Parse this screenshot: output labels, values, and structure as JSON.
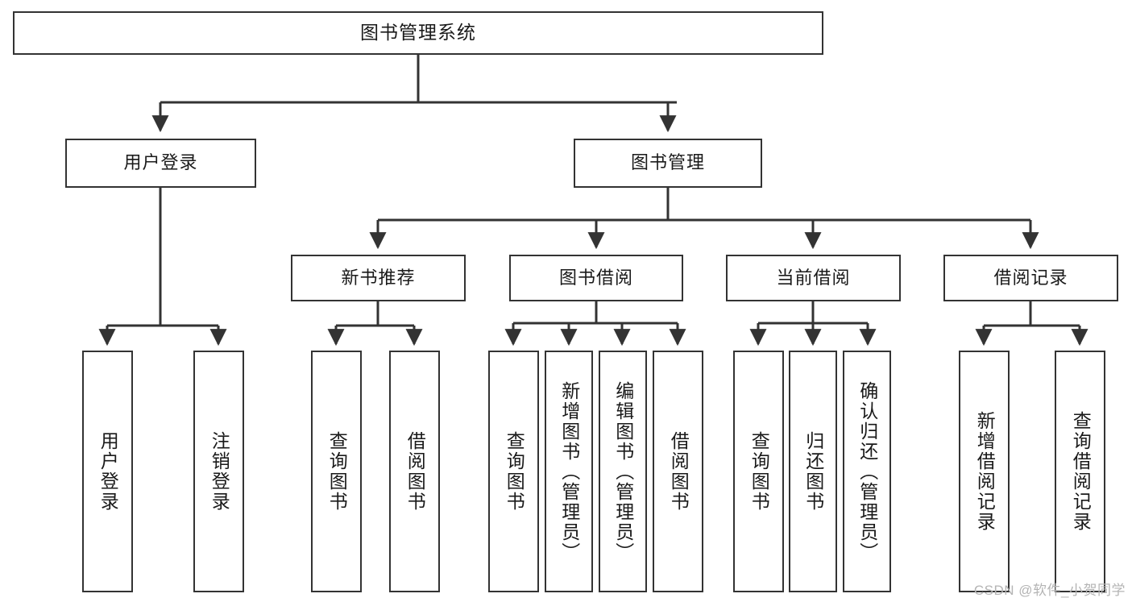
{
  "diagram": {
    "title": "图书管理系统",
    "type": "tree-hierarchy",
    "watermark": "CSDN @软件_小贺同学",
    "colors": {
      "stroke": "#333333",
      "box_fill": "#ffffff",
      "text": "#1a1a1a",
      "watermark": "#b4b4b4",
      "background": "#ffffff"
    },
    "root": {
      "label": "图书管理系统"
    },
    "level2": [
      {
        "id": "user-login",
        "label": "用户登录"
      },
      {
        "id": "book-management",
        "label": "图书管理"
      }
    ],
    "level3": [
      {
        "id": "new-book-recommend",
        "label": "新书推荐",
        "parent": "book-management"
      },
      {
        "id": "book-borrow",
        "label": "图书借阅",
        "parent": "book-management"
      },
      {
        "id": "current-borrow",
        "label": "当前借阅",
        "parent": "book-management"
      },
      {
        "id": "borrow-record",
        "label": "借阅记录",
        "parent": "book-management"
      }
    ],
    "leaves": [
      {
        "id": "leaf-user-login",
        "label": "用户登录",
        "parent": "user-login"
      },
      {
        "id": "leaf-logout-login",
        "label": "注销登录",
        "parent": "user-login"
      },
      {
        "id": "leaf-query-book-1",
        "label": "查询图书",
        "parent": "new-book-recommend"
      },
      {
        "id": "leaf-borrow-book-1",
        "label": "借阅图书",
        "parent": "new-book-recommend"
      },
      {
        "id": "leaf-query-book-2",
        "label": "查询图书",
        "parent": "book-borrow"
      },
      {
        "id": "leaf-add-book",
        "label": "新增图书（管理员）",
        "parent": "book-borrow"
      },
      {
        "id": "leaf-edit-book",
        "label": "编辑图书（管理员）",
        "parent": "book-borrow"
      },
      {
        "id": "leaf-borrow-book-2",
        "label": "借阅图书",
        "parent": "book-borrow"
      },
      {
        "id": "leaf-query-book-3",
        "label": "查询图书",
        "parent": "current-borrow"
      },
      {
        "id": "leaf-return-book",
        "label": "归还图书",
        "parent": "current-borrow"
      },
      {
        "id": "leaf-confirm-return",
        "label": "确认归还（管理员）",
        "parent": "current-borrow"
      },
      {
        "id": "leaf-add-record",
        "label": "新增借阅记录",
        "parent": "borrow-record"
      },
      {
        "id": "leaf-query-record",
        "label": "查询借阅记录",
        "parent": "borrow-record"
      }
    ]
  }
}
